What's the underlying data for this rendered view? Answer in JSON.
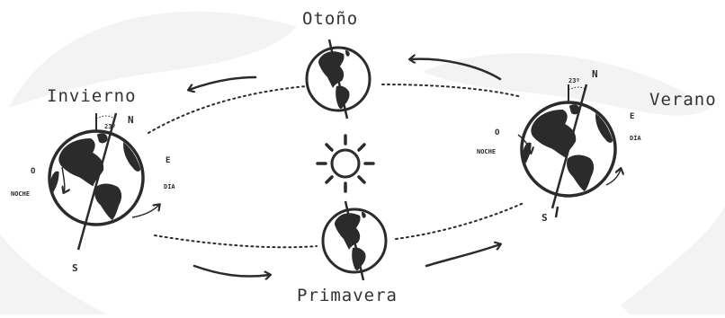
{
  "seasons": {
    "autumn": "Otoño",
    "winter": "Invierno",
    "summer": "Verano",
    "spring": "Primavera"
  },
  "winter_globe": {
    "angle": "23º",
    "north": "N",
    "south": "S",
    "west": "O",
    "east": "E",
    "night": "NOCHE",
    "day": "DÍA"
  },
  "summer_globe": {
    "angle": "23º",
    "north": "N",
    "south": "S",
    "west": "O",
    "east": "E",
    "night": "NOCHE",
    "day": "DÍA"
  },
  "colors": {
    "ink": "#2b2b2b",
    "background": "#ffffff",
    "watermark": "#f2f2f2"
  },
  "icons": [
    "sun-icon",
    "arrow-icon",
    "globe-icon"
  ]
}
